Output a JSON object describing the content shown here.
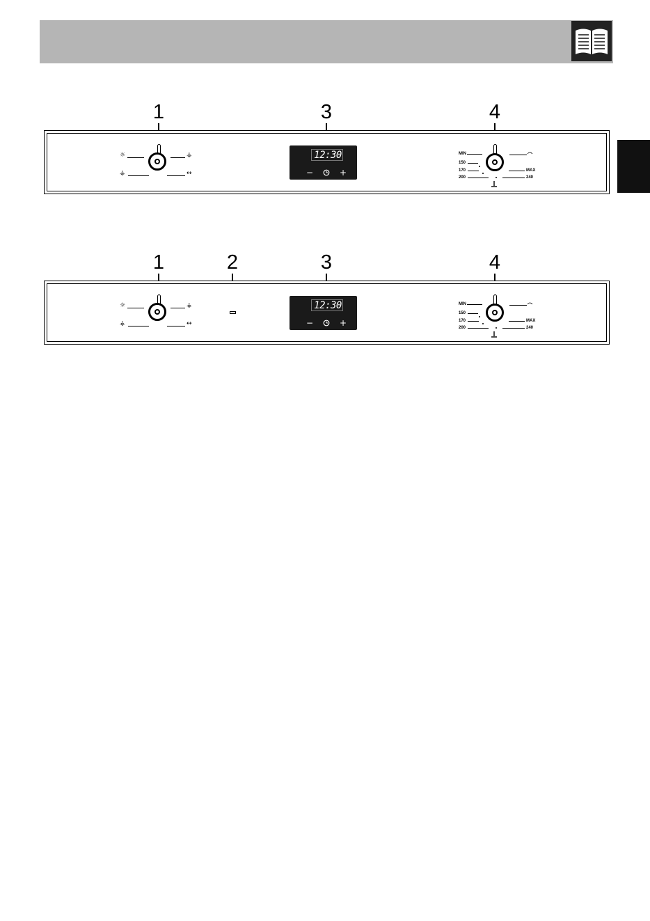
{
  "panels": [
    {
      "callouts": [
        "1",
        "3",
        "4"
      ],
      "display": {
        "time": "12:30",
        "minus": "−",
        "plus": "+"
      },
      "left_knob": {
        "symbols": [
          "☼",
          "⚶",
          "⚶",
          "↔"
        ]
      },
      "right_knob": {
        "labels": [
          "MIN",
          "150",
          "170",
          "200",
          "MAX",
          "240"
        ]
      }
    },
    {
      "callouts": [
        "1",
        "2",
        "3",
        "4"
      ],
      "display": {
        "time": "12:30",
        "minus": "−",
        "plus": "+"
      },
      "left_knob": {
        "symbols": [
          "☼",
          "⚶",
          "⚶",
          "↔"
        ]
      },
      "right_knob": {
        "labels": [
          "MIN",
          "150",
          "170",
          "200",
          "MAX",
          "240"
        ]
      }
    }
  ]
}
